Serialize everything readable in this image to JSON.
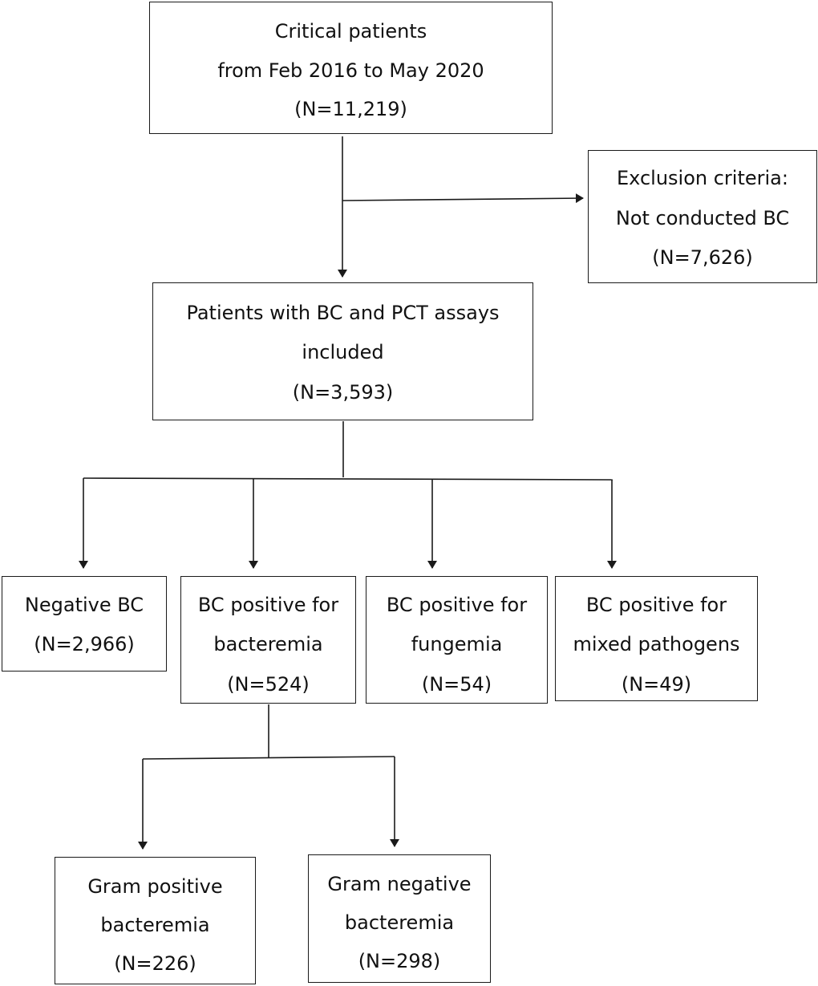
{
  "boxes": {
    "critical": {
      "lines": [
        "Critical patients",
        "from Feb 2016 to May 2020",
        "(N=11,219)"
      ]
    },
    "exclusion": {
      "lines": [
        "Exclusion criteria:",
        "Not conducted BC",
        "(N=7,626)"
      ]
    },
    "included": {
      "lines": [
        "Patients with BC and PCT assays",
        "included",
        "(N=3,593)"
      ]
    },
    "negative": {
      "lines": [
        "Negative BC",
        "(N=2,966)"
      ]
    },
    "bacteremia": {
      "lines": [
        "BC positive for",
        "bacteremia",
        "(N=524)"
      ]
    },
    "fungemia": {
      "lines": [
        "BC positive for",
        "fungemia",
        "(N=54)"
      ]
    },
    "mixed": {
      "lines": [
        "BC positive for",
        "mixed pathogens",
        "(N=49)"
      ]
    },
    "gram_positive": {
      "lines": [
        "Gram positive",
        "bacteremia",
        "(N=226)"
      ]
    },
    "gram_negative": {
      "lines": [
        "Gram negative",
        "bacteremia",
        "(N=298)"
      ]
    }
  }
}
